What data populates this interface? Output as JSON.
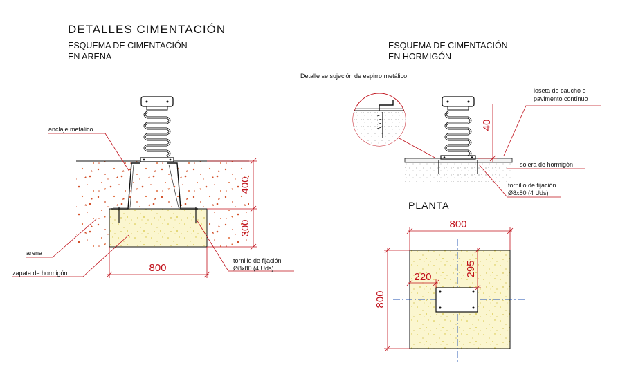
{
  "header": {
    "title": "DETALLES CIMENTACIÓN"
  },
  "left_section": {
    "title_line1": "ESQUEMA DE CIMENTACIÓN",
    "title_line2": "EN ARENA",
    "labels": {
      "anchor": "anclaje metálico",
      "sand": "arena",
      "footing": "zapata de hormigón",
      "bolt_line1": "tornillo de fijación",
      "bolt_line2": "Ø8x80 (4 Uds)"
    },
    "dimensions": {
      "depth_top": "400",
      "depth_bottom": "300",
      "width": "800"
    }
  },
  "right_section": {
    "title_line1": "ESQUEMA DE CIMENTACIÓN",
    "title_line2": "EN HORMIGÓN",
    "detail_caption": "Detalle se sujeción de espirro metálico",
    "labels": {
      "tile_line1": "loseta de caucho o",
      "tile_line2": "pavimento contínuo",
      "slab": "solera de hormigón",
      "bolt_line1": "tornillo de fijación",
      "bolt_line2": "Ø8x80 (4 Uds)"
    },
    "dimensions": {
      "tile_thickness": "40"
    }
  },
  "plan": {
    "title": "PLANTA",
    "dimensions": {
      "width": "800",
      "height": "800",
      "offset_x": "220",
      "offset_y": "295"
    }
  },
  "colors": {
    "dimension": "#c0101a",
    "sand_dots": "#d2502a",
    "concrete_fill": "#fbf6cf",
    "concrete_dots": "#d6c33a",
    "line": "#111111"
  }
}
